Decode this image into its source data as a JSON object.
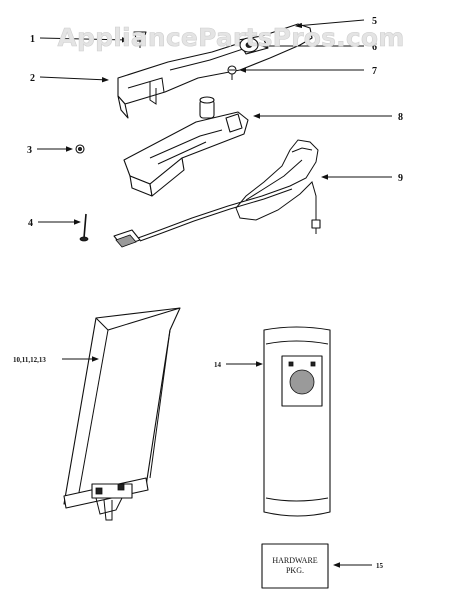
{
  "watermark": "AppliancePartsPros.com",
  "callouts": {
    "c1": "1",
    "c2": "2",
    "c3": "3",
    "c4": "4",
    "c5": "5",
    "c6": "6",
    "c7": "7",
    "c8": "8",
    "c9": "9",
    "c10": "10,11,12,13",
    "c14": "14",
    "c15": "15"
  },
  "hardware_box": {
    "line1": "HARDWARE",
    "line2": "PKG."
  }
}
